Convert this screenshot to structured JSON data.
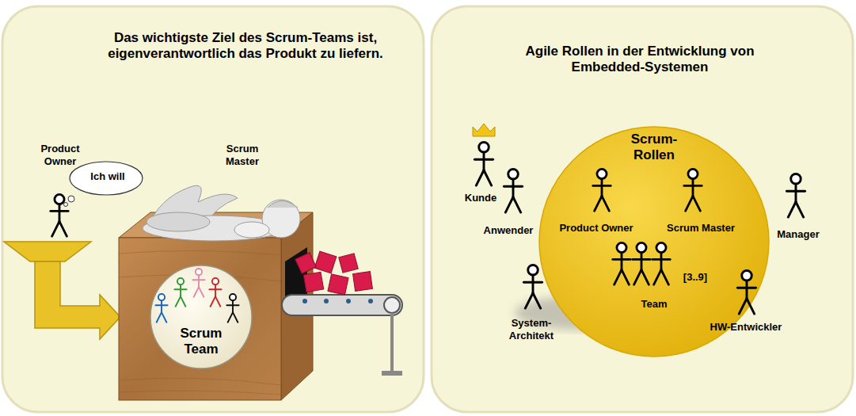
{
  "diagram": {
    "nodes": [
      {
        "text": [
          "Das wichtigste Ziel des Scrum-Teams ist, eigenverantwortlich das Produkt zu liefern."
        ]
      },
      {
        "text": [
          "Ich will"
        ],
        "in": 0
      },
      {
        "text": [
          "Scrum Team"
        ],
        "in": 0
      },
      {
        "text": [
          "Agile Rollen in der Entwicklung von Embedded-Systemen"
        ]
      },
      {
        "text": [
          "Scrum- Rollen",
          "Product Owner",
          "Scrum Master",
          "[3..9]",
          "Team"
        ],
        "in": 3
      }
    ],
    "labels": [
      "Product Owner",
      "Scrum Master",
      "Kunde",
      "Anwender",
      "System- Architekt",
      "HW-Entwickler",
      "Manager"
    ]
  }
}
